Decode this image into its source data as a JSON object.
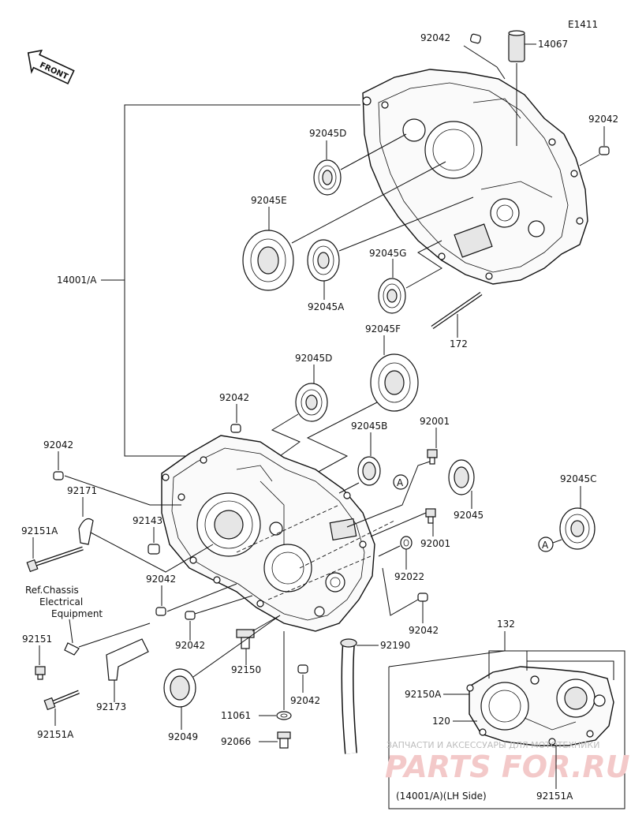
{
  "diagram": {
    "code": "E1411",
    "front_label": "FRONT",
    "ref_note": [
      "Ref.Chassis",
      "Electrical",
      "Equipment"
    ],
    "inset_caption": "(14001/A)(LH Side)",
    "watermark_top": "ЗАПЧАСТИ И АКСЕССУАРЫ ДЛЯ МОТОТЕХНИКИ",
    "watermark_main": "PARTS FOR.RU",
    "labels": {
      "p92042_a": "92042",
      "p14067": "14067",
      "p92042_b": "92042",
      "p92045D_a": "92045D",
      "p92045E": "92045E",
      "p14001A": "14001/A",
      "p92045G": "92045G",
      "p92045A": "92045A",
      "p172": "172",
      "p92045F": "92045F",
      "p92045D_b": "92045D",
      "p92042_c": "92042",
      "p92045B": "92045B",
      "p92001_a": "92001",
      "p92042_d": "92042",
      "p92171": "92171",
      "p92045C": "92045C",
      "p92045": "92045",
      "p92151A_a": "92151A",
      "p92143": "92143",
      "p92001_b": "92001",
      "p92022": "92022",
      "p92042_e": "92042",
      "p92042_f": "92042",
      "p92151": "92151",
      "p92150": "92150",
      "p92190": "92190",
      "p92173": "92173",
      "p92151A_b": "92151A",
      "p11061": "11061",
      "p92049": "92049",
      "p92042_g": "92042",
      "p92066": "92066",
      "p132": "132",
      "p92150A": "92150A",
      "p120": "120",
      "p92151A_c": "92151A",
      "ref_a1": "A",
      "ref_a2": "A"
    }
  }
}
